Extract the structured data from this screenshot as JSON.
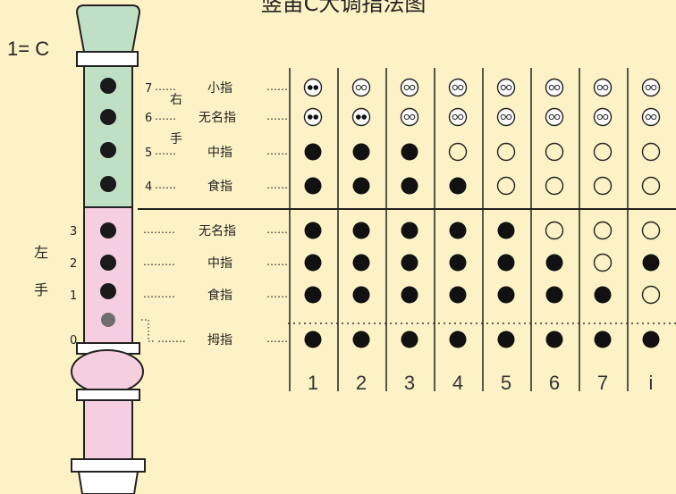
{
  "title": "竖笛C大调指法图",
  "key_label": "1= C",
  "right_hand_label": [
    "右",
    "手"
  ],
  "left_hand_label": [
    "左",
    "手"
  ],
  "holes": [
    {
      "number": "7",
      "finger": "小指",
      "leader": "……",
      "hand": "right"
    },
    {
      "number": "6",
      "finger": "无名指",
      "leader": "……",
      "hand": "right"
    },
    {
      "number": "5",
      "finger": "中指",
      "leader": "……",
      "hand": "right"
    },
    {
      "number": "4",
      "finger": "食指",
      "leader": "……",
      "hand": "right"
    },
    {
      "number": "3",
      "finger": "无名指",
      "leader": "………",
      "hand": "left"
    },
    {
      "number": "2",
      "finger": "中指",
      "leader": "………",
      "hand": "left"
    },
    {
      "number": "1",
      "finger": "食指",
      "leader": "………",
      "hand": "left"
    },
    {
      "number": "0",
      "finger": "拇指",
      "leader": "……..",
      "hand": "left"
    }
  ],
  "row_connector": "……",
  "notes": [
    "1",
    "2",
    "3",
    "4",
    "5",
    "6",
    "7",
    "i"
  ],
  "legend_states": {
    "closed": "filled-circle",
    "open": "open-circle",
    "double_closed": "double-hole-closed",
    "double_open": "double-hole-open"
  },
  "fingering": [
    [
      "double_closed",
      "double_open",
      "double_open",
      "double_open",
      "double_open",
      "double_open",
      "double_open",
      "double_open"
    ],
    [
      "double_closed",
      "double_closed",
      "double_open",
      "double_open",
      "double_open",
      "double_open",
      "double_open",
      "double_open"
    ],
    [
      "closed",
      "closed",
      "closed",
      "open",
      "open",
      "open",
      "open",
      "open"
    ],
    [
      "closed",
      "closed",
      "closed",
      "closed",
      "open",
      "open",
      "open",
      "open"
    ],
    [
      "closed",
      "closed",
      "closed",
      "closed",
      "closed",
      "open",
      "open",
      "open"
    ],
    [
      "closed",
      "closed",
      "closed",
      "closed",
      "closed",
      "closed",
      "open",
      "closed"
    ],
    [
      "closed",
      "closed",
      "closed",
      "closed",
      "closed",
      "closed",
      "closed",
      "open"
    ],
    [
      "closed",
      "closed",
      "closed",
      "closed",
      "closed",
      "closed",
      "closed",
      "closed"
    ]
  ],
  "colors": {
    "background": "#fdf2c6",
    "upper_joint": "#bfe0c4",
    "lower_joint": "#f5cfe0",
    "hole": "#1a1a1a",
    "thumb_hole": "#6e6e6e"
  }
}
